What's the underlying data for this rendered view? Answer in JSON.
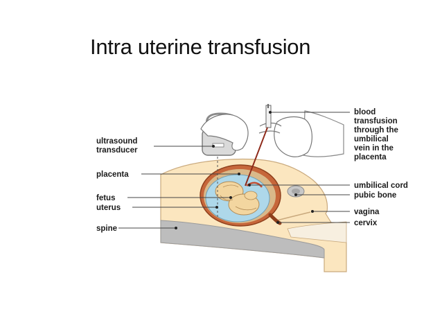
{
  "slide": {
    "title": "Intra uterine transfusion"
  },
  "diagram": {
    "labels": {
      "ultrasound_transducer": [
        "ultrasound",
        "transducer"
      ],
      "placenta": "placenta",
      "fetus": "fetus",
      "uterus": "uterus",
      "spine": "spine",
      "blood_transfusion": [
        "blood",
        "transfusion",
        "through the",
        "umbilical",
        "vein in the",
        "placenta"
      ],
      "umbilical_cord": "umbilical cord",
      "pubic_bone": "pubic bone",
      "vagina": "vagina",
      "cervix": "cervix"
    },
    "colors": {
      "skin": "#fbe6bf",
      "skin_outline": "#c9a97d",
      "uterus_wall": "#b5542a",
      "placenta": "#d9b98a",
      "amniotic_fluid": "#aed8ea",
      "fetus": "#f3d6a0",
      "spine": "#bdbdbd",
      "leader_line": "#444444"
    }
  }
}
